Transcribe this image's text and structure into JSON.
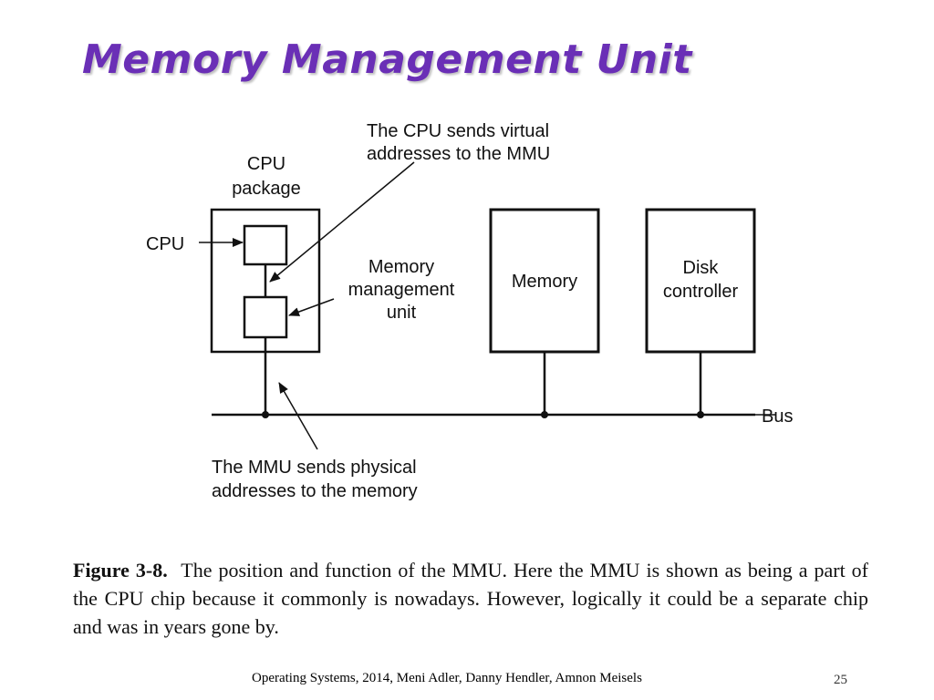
{
  "slide": {
    "title": "Memory Management Unit",
    "footer": "Operating Systems, 2014, Meni Adler, Danny Hendler, Amnon Meisels",
    "page_number": "25"
  },
  "diagram": {
    "cpu_package_line1": "CPU",
    "cpu_package_line2": "package",
    "cpu_label": "CPU",
    "cpu_sends_line1": "The CPU sends virtual",
    "cpu_sends_line2": "addresses to the MMU",
    "mmu_line1": "Memory",
    "mmu_line2": "management",
    "mmu_line3": "unit",
    "memory_label": "Memory",
    "disk_line1": "Disk",
    "disk_line2": "controller",
    "bus_label": "Bus",
    "mmu_sends_line1": "The MMU sends physical",
    "mmu_sends_line2": "addresses to the memory"
  },
  "caption": {
    "label": "Figure 3-8.",
    "text": "The position and function of the MMU. Here the MMU is shown as being a part of the CPU chip because it commonly is nowadays. However, logically it could be a separate chip and was in years gone by."
  }
}
